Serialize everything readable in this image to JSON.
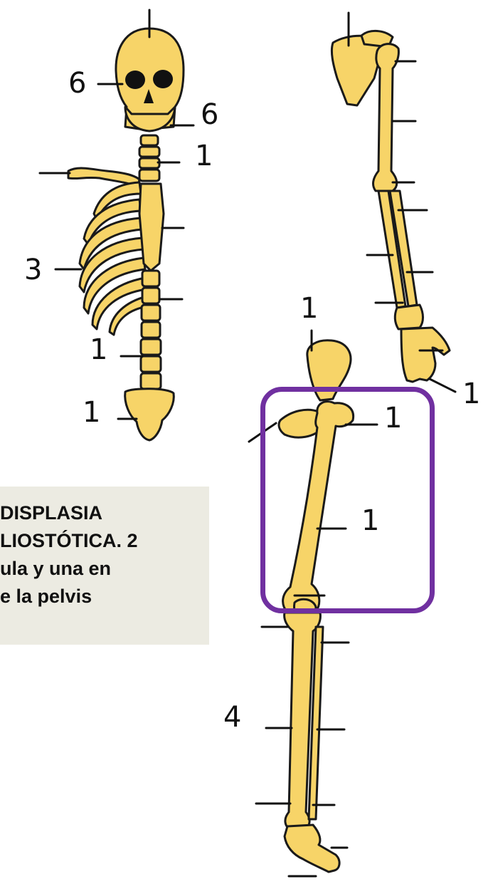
{
  "colors": {
    "bone": "#f7d468",
    "outline": "#1a1a1a",
    "highlight": "#7030a0",
    "caption_bg": "#ecebe2"
  },
  "labels": {
    "skull_left": "6",
    "jaw_right": "6",
    "cervical": "1",
    "ribs": "3",
    "lumbar": "1",
    "sacrum": "1",
    "pelvis_top": "1",
    "hand": "1",
    "femur_head": "1",
    "femur_shaft": "1",
    "lower_leg": "4"
  },
  "caption": {
    "lines": [
      "DISPLASIA",
      "LIOSTÓTICA. 2",
      "ula y una en",
      "e la pelvis"
    ]
  }
}
